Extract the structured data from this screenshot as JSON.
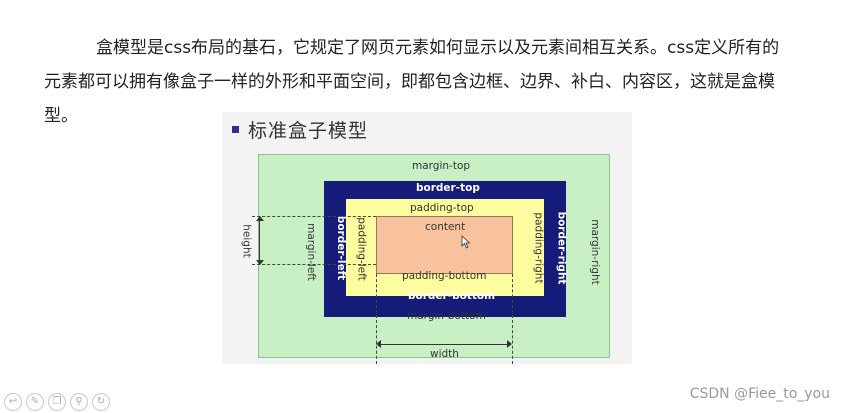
{
  "paragraph": "盒模型是css布局的基石，它规定了网页元素如何显示以及元素间相互关系。css定义所有的元素都可以拥有像盒子一样的外形和平面空间，即都包含边框、边界、补白、内容区，这就是盒模型。",
  "diagram": {
    "title": "标准盒子模型",
    "labels": {
      "margin_top": "margin-top",
      "margin_bottom": "margin-bottom",
      "margin_left": "margin-left",
      "margin_right": "margin-right",
      "border_top": "border-top",
      "border_bottom": "border-bottom",
      "border_left": "border-left",
      "border_right": "border-right",
      "padding_top": "padding-top",
      "padding_bottom": "padding-bottom",
      "padding_left": "padding-left",
      "padding_right": "padding-right",
      "content": "content",
      "height": "height",
      "width": "width"
    },
    "colors": {
      "margin": "#c9f0c4",
      "border": "#141b78",
      "padding": "#fdfc9e",
      "content": "#f8c39c"
    }
  },
  "toolbar": {
    "icons": [
      "back-icon",
      "edit-icon",
      "copy-icon",
      "zoom-icon",
      "rotate-icon"
    ]
  },
  "watermark": "CSDN @Fiee_to_you"
}
